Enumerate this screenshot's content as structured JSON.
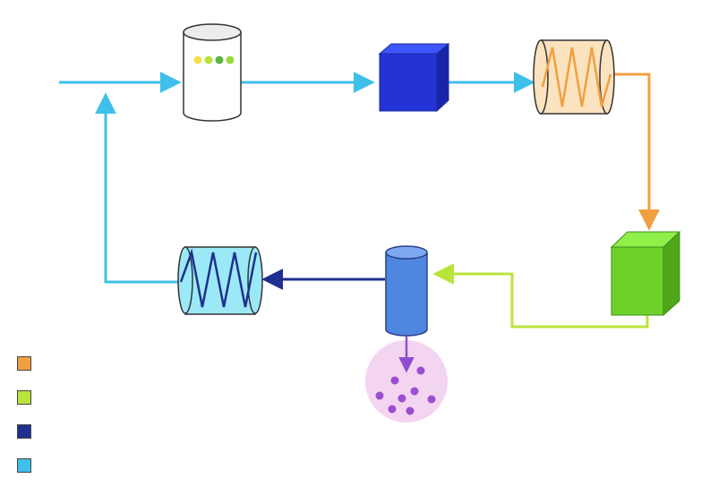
{
  "diagram": {
    "colors": {
      "cyan_flow": "#3ec0ea",
      "orange_flow": "#f0a040",
      "green_flow": "#b8e43c",
      "navy_flow": "#1f2f8f",
      "blue_box": "#2433d6",
      "green_box": "#6cd22a",
      "blue_cylinder": "#4f86e0",
      "pink_bulb": "#f2d2f0",
      "purple_dot": "#9b4ed1"
    },
    "components": [
      {
        "name": "top-cylinder",
        "icon": "cylinder-icon",
        "dot_colors": [
          "#f2e14a",
          "#b8e43c",
          "#58b443",
          "#9bd83d"
        ]
      },
      {
        "name": "blue-cube",
        "icon": "cube-icon"
      },
      {
        "name": "orange-coil-tube",
        "icon": "coil-icon"
      },
      {
        "name": "green-cube",
        "icon": "cube-icon"
      },
      {
        "name": "separator-cylinder",
        "icon": "cylinder-icon"
      },
      {
        "name": "particle-bulb",
        "icon": "bulb-icon"
      },
      {
        "name": "blue-coil-tube",
        "icon": "coil-icon"
      }
    ]
  },
  "legend": {
    "items": [
      {
        "color": "#f0a040"
      },
      {
        "color": "#b8e43c"
      },
      {
        "color": "#1f2f8f"
      },
      {
        "color": "#3ec0ea"
      }
    ]
  }
}
